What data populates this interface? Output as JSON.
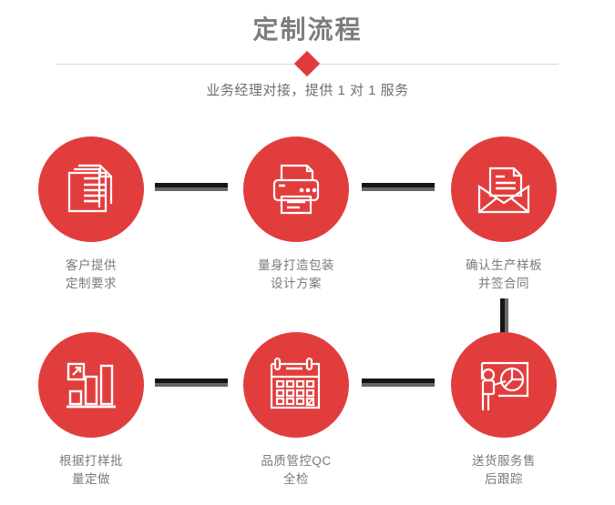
{
  "header": {
    "title": "定制流程",
    "subtitle": "业务经理对接，提供 1 对 1 服务",
    "title_color": "#7d7d7d",
    "accent_color": "#e23d3d",
    "divider_color": "#d8d8d8"
  },
  "flow": {
    "connector_color": "#151515",
    "connector_shadow_color": "#666666",
    "rows": [
      {
        "nodes": [
          {
            "icon": "documents-stack-icon",
            "label": "客户提供\n定制要求"
          },
          {
            "icon": "printer-icon",
            "label": "量身打造包装\n设计方案"
          },
          {
            "icon": "envelope-letter-icon",
            "label": "确认生产样板\n并签合同"
          }
        ]
      },
      {
        "nodes": [
          {
            "icon": "bar-chart-growth-icon",
            "label": "根据打样批\n量定做"
          },
          {
            "icon": "calendar-icon",
            "label": "品质管控QC\n全检"
          },
          {
            "icon": "presentation-pie-chart-icon",
            "label": "送货服务售\n后跟踪"
          }
        ]
      }
    ]
  }
}
